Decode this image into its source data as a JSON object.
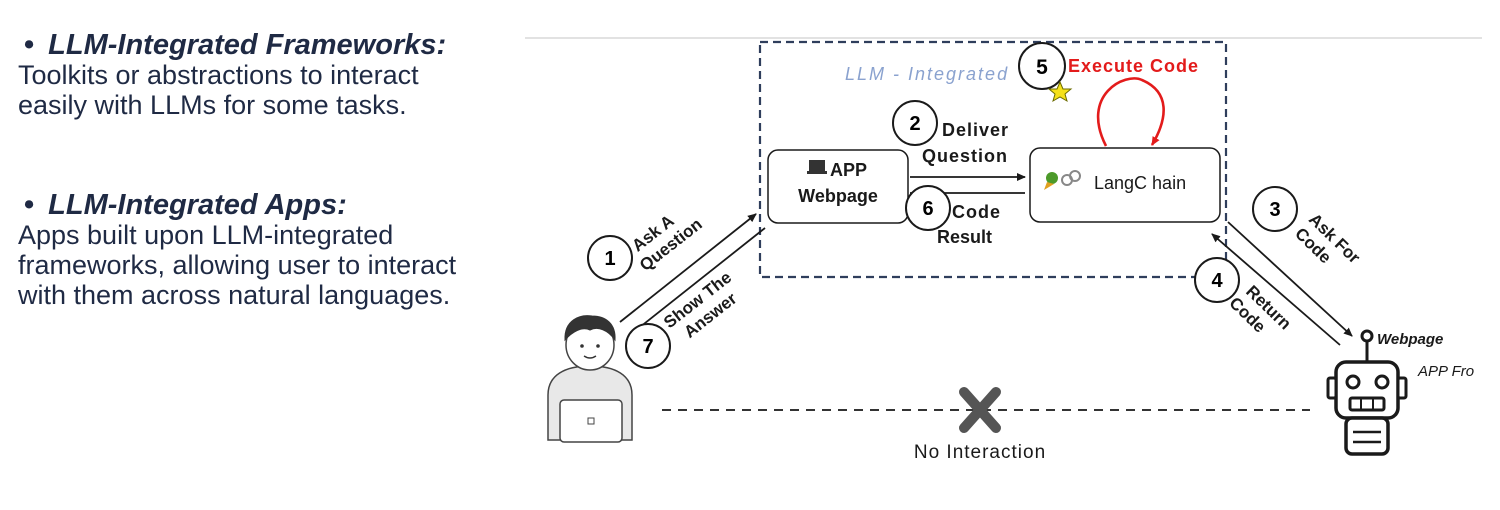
{
  "bullets": [
    {
      "title": "LLM-Integrated Frameworks:",
      "text": "Toolkits or abstractions to interact\neasily with LLMs for some tasks."
    },
    {
      "title": "LLM-Integrated Apps:",
      "text": "Apps built upon LLM-integrated\nframeworks, allowing user to interact\nwith them across natural languages."
    }
  ],
  "diagram": {
    "frame_label": "LLM - Integrated",
    "app_box": {
      "icon": "laptop-icon",
      "line1": "APP",
      "line2": "Webpage"
    },
    "langchain_box": {
      "icon": "parrot-chain-icon",
      "label": "LangC hain"
    },
    "steps": [
      {
        "num": "1",
        "line1": "Ask A",
        "line2": "Question"
      },
      {
        "num": "2",
        "line1": "Deliver",
        "line2": "Question"
      },
      {
        "num": "3",
        "line1": "Ask For",
        "line2": "Code"
      },
      {
        "num": "4",
        "line1": "Return",
        "line2": "Code"
      },
      {
        "num": "5",
        "line1": "Execute Code"
      },
      {
        "num": "6",
        "line1": "Code",
        "line2": "Result"
      },
      {
        "num": "7",
        "line1": "Show The",
        "line2": "Answer"
      }
    ],
    "robot_label1": "Webpage",
    "robot_label2": "APP Fro",
    "no_interaction": "No Interaction",
    "colors": {
      "frame": "#2f3e5c",
      "frame_label": "#8aa2cf",
      "execute": "#e31b1b",
      "text": "#1a1a1a"
    }
  }
}
